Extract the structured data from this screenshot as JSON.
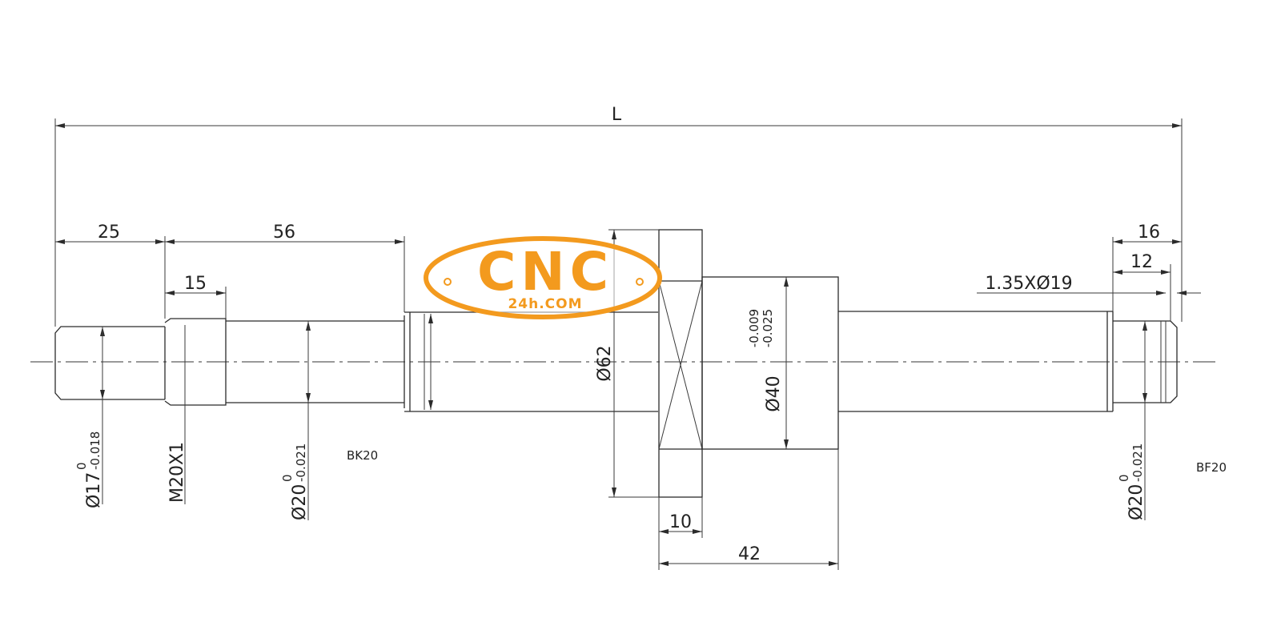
{
  "logo": {
    "main": "CNC",
    "sub": "24h.COM",
    "color": "#f39a1e"
  },
  "dimensions": {
    "overall": "L",
    "end_journal_length": "25",
    "bearing_seat_length": "56",
    "thread_length": "15",
    "nut_flange_width": "10",
    "nut_length": "42",
    "right_end_length": "16",
    "right_seat_length": "12",
    "groove": "1.35XØ19",
    "flange_diameter": "Ø62",
    "nut_diameter": "Ø40",
    "nut_tol_upper": "-0.009",
    "nut_tol_lower": "-0.025",
    "d17": "Ø17",
    "d17_tol_upper": "0",
    "d17_tol_lower": "-0.018",
    "thread": "M20X1",
    "d20_left": "Ø20",
    "d20_left_tol_upper": "0",
    "d20_left_tol_lower": "-0.021",
    "d20_right": "Ø20",
    "d20_right_tol_upper": "0",
    "d20_right_tol_lower": "-0.021"
  },
  "support_labels": {
    "fixed_side": "BK20",
    "floating_side": "BF20"
  }
}
